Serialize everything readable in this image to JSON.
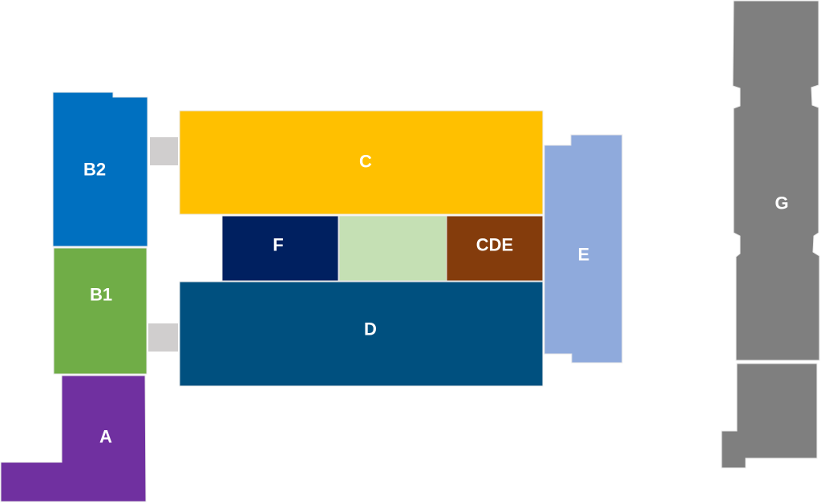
{
  "buildings": [
    {
      "id": "A",
      "label": "A",
      "color": "#7030a0"
    },
    {
      "id": "B1",
      "label": "B1",
      "color": "#70ad47"
    },
    {
      "id": "B2",
      "label": "B2",
      "color": "#0070c0"
    },
    {
      "id": "C",
      "label": "C",
      "color": "#ffc000"
    },
    {
      "id": "D",
      "label": "D",
      "color": "#00507f"
    },
    {
      "id": "E",
      "label": "E",
      "color": "#8faadc"
    },
    {
      "id": "F",
      "label": "F",
      "color": "#002060"
    },
    {
      "id": "CDE",
      "label": "CDE",
      "color": "#843c0c"
    },
    {
      "id": "courtyard",
      "label": "",
      "color": "#c5e0b4"
    },
    {
      "id": "G",
      "label": "G",
      "color": "#7f7f7f"
    },
    {
      "id": "G-annex",
      "label": "",
      "color": "#7f7f7f"
    },
    {
      "id": "connector-1",
      "label": "",
      "color": "#d0cece"
    },
    {
      "id": "connector-2",
      "label": "",
      "color": "#d0cece"
    }
  ]
}
